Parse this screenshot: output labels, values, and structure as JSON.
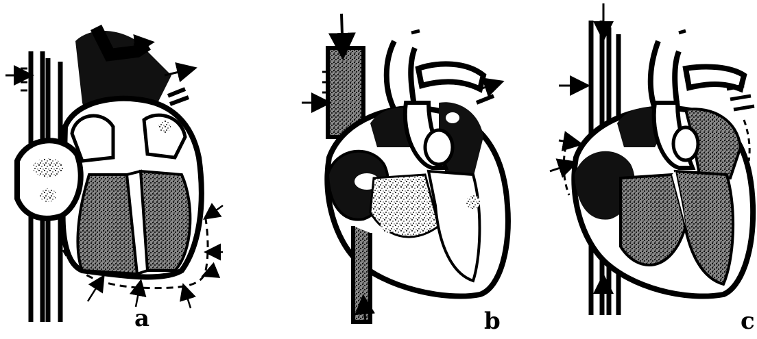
{
  "panels": [
    {
      "label": "a"
    },
    {
      "label": "b"
    },
    {
      "label": "c"
    }
  ],
  "colors": {
    "ink": "#000000",
    "paper": "#ffffff",
    "speckle": "#555555"
  }
}
